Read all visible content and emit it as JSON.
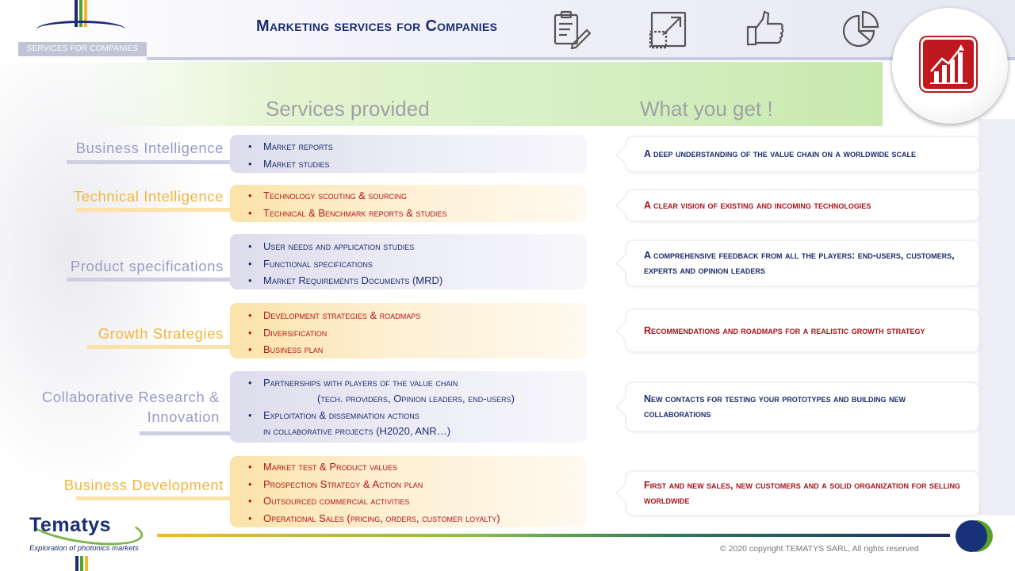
{
  "header": {
    "badge": "SERVICES FOR COMPANIES",
    "title": "Marketing services for Companies",
    "icons": [
      "clipboard-pen-icon",
      "expand-arrow-icon",
      "thumbs-up-icon",
      "pie-chart-icon",
      "growth-chart-icon"
    ]
  },
  "columns": {
    "services": "Services provided",
    "results": "What you get !"
  },
  "rows": [
    {
      "label": "Business Intelligence",
      "color": "blue",
      "items": [
        "Market reports",
        "Market studies"
      ],
      "result": "A deep understanding of the value chain on a worldwide scale"
    },
    {
      "label": "Technical  Intelligence",
      "color": "orange",
      "items": [
        "Technology scouting & sourcing",
        "Technical & Benchmark reports & studies"
      ],
      "result": "A clear vision of existing and incoming technologies"
    },
    {
      "label": "Product specifications",
      "color": "blue",
      "items": [
        "User needs and application studies",
        "Functional specifications",
        "Market Requirements Documents (MRD)"
      ],
      "result": "A comprehensive feedback from all the players: end-users, customers, experts and opinion leaders"
    },
    {
      "label": "Growth Strategies",
      "color": "orange",
      "items": [
        "Development strategies & roadmaps",
        "Diversification",
        "Business plan"
      ],
      "result": "Recommendations and roadmaps for a realistic growth strategy"
    },
    {
      "label_line1": "Collaborative Research &",
      "label_line2": "Innovation",
      "color": "blue",
      "item1_a": "Partnerships with players of the value chain",
      "item1_b": "(tech. providers, Opinion leaders, end-users)",
      "item2_a": "Exploitation & dissemination actions",
      "item2_b": "in collaborative projects (H2020, ANR…)",
      "result": "New contacts for testing your prototypes and building new collaborations"
    },
    {
      "label": "Business Development",
      "color": "orange",
      "items": [
        "Market test & Product values",
        "Prospection Strategy & Action plan",
        "Outsourced commercial activities",
        "Operational Sales (pricing, orders, customer loyalty)"
      ],
      "result": "First and new sales, new customers and a solid organization for selling worldwide"
    }
  ],
  "footer": {
    "logo_name": "Tematys",
    "logo_tagline": "Exploration of photonics markets",
    "copyright": "© 2020  copyright TEMATYS SARL, All rights reserved"
  },
  "colors": {
    "navy": "#1b2d6e",
    "red": "#b3151b",
    "label_blue": "#9b9bc8",
    "label_orange": "#f2b640",
    "green_band": "#d3eebf"
  }
}
